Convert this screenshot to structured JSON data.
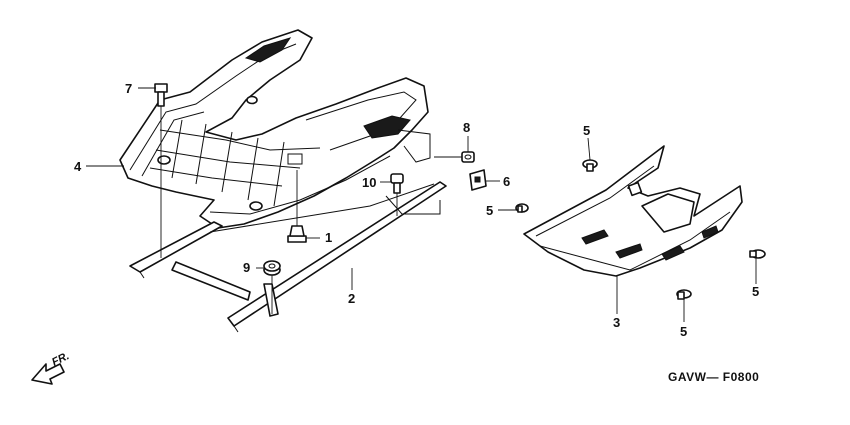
{
  "callouts": {
    "c1": "1",
    "c2": "2",
    "c3": "3",
    "c4": "4",
    "c5a": "5",
    "c5b": "5",
    "c5c": "5",
    "c5d": "5",
    "c6": "6",
    "c7": "7",
    "c8": "8",
    "c9": "9",
    "c10": "10"
  },
  "direction_label": "FR.",
  "diagram_code": "GAVW— F0800"
}
